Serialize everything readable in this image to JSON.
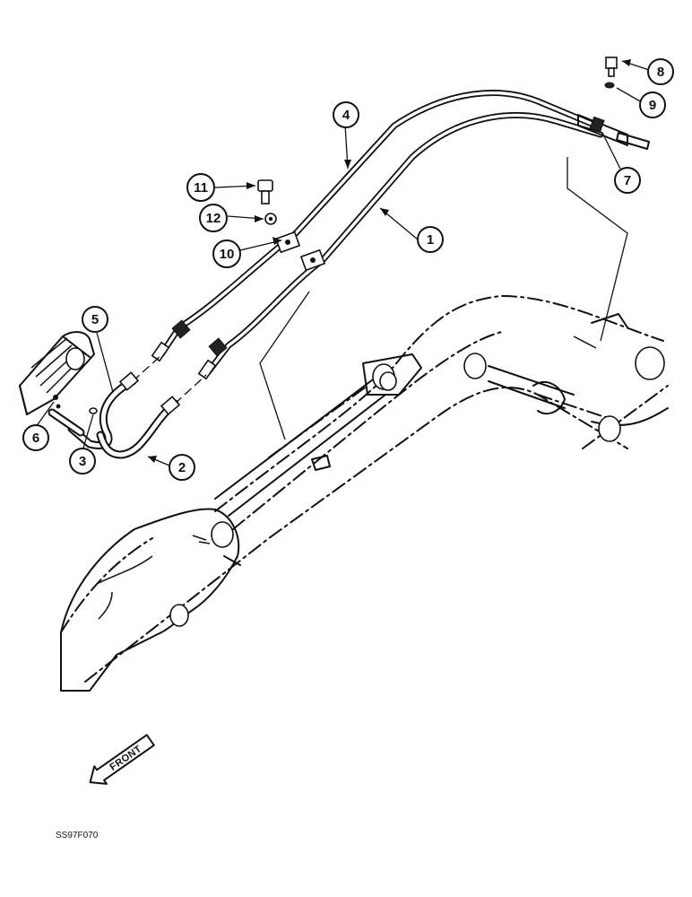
{
  "callouts": [
    {
      "id": "c1",
      "label": "1"
    },
    {
      "id": "c2",
      "label": "2"
    },
    {
      "id": "c3",
      "label": "3"
    },
    {
      "id": "c4",
      "label": "4"
    },
    {
      "id": "c5",
      "label": "5"
    },
    {
      "id": "c6",
      "label": "6"
    },
    {
      "id": "c7",
      "label": "7"
    },
    {
      "id": "c8",
      "label": "8"
    },
    {
      "id": "c9",
      "label": "9"
    },
    {
      "id": "c10",
      "label": "10"
    },
    {
      "id": "c11",
      "label": "11"
    },
    {
      "id": "c12",
      "label": "12"
    }
  ],
  "front_label": "FRONT",
  "figure_code": "SS97F070"
}
